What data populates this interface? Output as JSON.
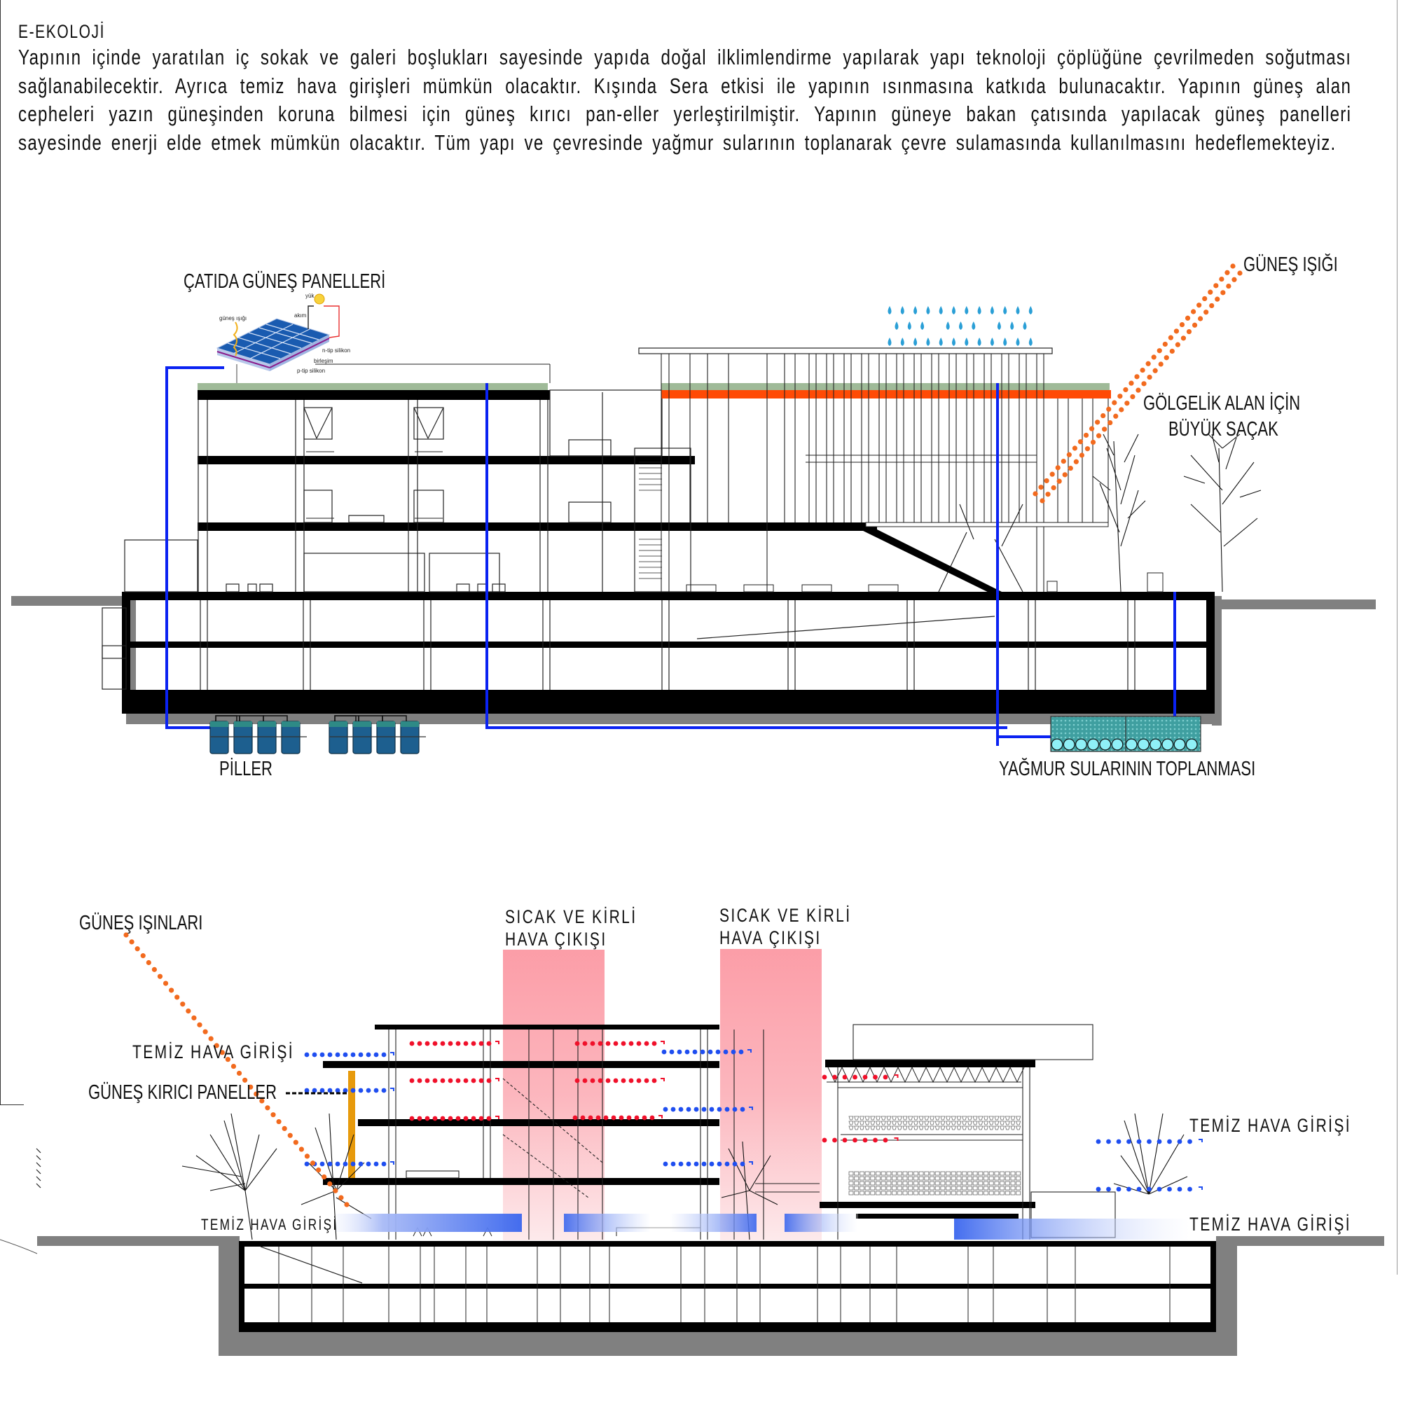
{
  "intro": {
    "title": "E-EKOLOJİ",
    "paragraph": "Yapının içinde yaratılan iç sokak ve galeri boşlukları sayesinde yapıda doğal ilklimlendirme yapılarak yapı teknoloji çöplüğüne çevrilmeden soğutması sağlanabilecektir. Ayrıca temiz hava girişleri mümkün olacaktır.  Kışında Sera etkisi ile yapının ısınmasına katkıda bulunacaktır. Yapının güneş alan cepheleri  yazın güneşinden koruna bilmesi için güneş kırıcı pan-eller yerleştirilmiştir.  Yapının güneye bakan çatısında yapılacak güneş panelleri sayesinde enerji elde etmek mümkün olacaktır. Tüm yapı ve çevresinde yağmur sularının toplanarak çevre sulamasında kullanılmasını hedeflemekteyiz."
  },
  "section_top": {
    "labels": {
      "roof_solar_panels": "ÇATIDA GÜNEŞ PANELLERİ",
      "sunlight": "GÜNEŞ IŞIĞI",
      "shade_canopy_line1": "GÖLGELİK ALAN İÇİN",
      "shade_canopy_line2": "BÜYÜK SAÇAK",
      "batteries": "PİLLER",
      "rainwater_collection": "YAĞMUR SULARININ TOPLANMASI"
    },
    "solar_inset": {
      "load": "yük",
      "current": "akım",
      "sunlight": "güneş ışığı",
      "n_type": "n-tip silikon",
      "junction": "birleşim",
      "p_type": "p-tip silikon"
    }
  },
  "section_bottom": {
    "labels": {
      "sun_rays": "GÜNEŞ IŞINLARI",
      "hot_air_exit_1_line1": "SICAK VE KİRLİ",
      "hot_air_exit_1_line2": "HAVA ÇIKIŞI",
      "hot_air_exit_2_line1": "SICAK VE KİRLİ",
      "hot_air_exit_2_line2": "HAVA ÇIKIŞI",
      "fresh_air_left": "TEMİZ HAVA GİRİŞİ",
      "sun_breaker_panels": "GÜNEŞ KIRICI PANELLER",
      "fresh_air_ground_left": "TEMİZ HAVA GİRİŞİ",
      "fresh_air_right_upper": "TEMİZ HAVA GİRİŞİ",
      "fresh_air_right_lower": "TEMİZ HAVA GİRİŞİ"
    }
  },
  "colors": {
    "pipe_blue": "#0a22f2",
    "green_roof": "#9fba98",
    "hot_roof": "#ff4a05",
    "sun_dots": "#f26a1e",
    "hot_air_red": "#f0102a",
    "fresh_air_blue": "#1f4ef0",
    "exhaust_pink": "#fb9aa4",
    "sunbreaker_orange": "#e79a0c",
    "ground_gray": "#808080",
    "rain_drop": "#2a9fd6"
  }
}
